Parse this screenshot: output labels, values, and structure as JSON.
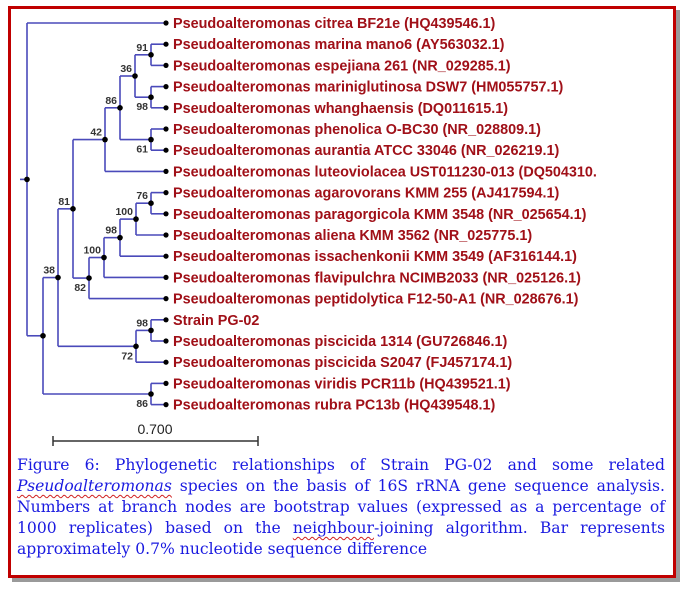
{
  "figure": {
    "leaves": [
      "Pseudoalteromonas citrea BF21e (HQ439546.1)",
      "Pseudoalteromonas marina mano6 (AY563032.1)",
      "Pseudoalteromonas espejiana 261 (NR_029285.1)",
      "Pseudoalteromonas mariniglutinosa DSW7 (HM055757.1)",
      "Pseudoalteromonas whanghaensis (DQ011615.1)",
      "Pseudoalteromonas phenolica O-BC30 (NR_028809.1)",
      "Pseudoalteromonas aurantia ATCC 33046 (NR_026219.1)",
      "Pseudoalteromonas luteoviolacea UST011230-013 (DQ504310.",
      "Pseudoalteromonas agarovorans KMM 255 (AJ417594.1)",
      "Pseudoalteromonas paragorgicola KMM 3548 (NR_025654.1)",
      "Pseudoalteromonas aliena KMM 3562 (NR_025775.1)",
      "Pseudoalteromonas issachenkonii KMM 3549 (AF316144.1)",
      "Pseudoalteromonas flavipulchra NCIMB2033 (NR_025126.1)",
      "Pseudoalteromonas peptidolytica F12-50-A1 (NR_028676.1)",
      "Strain PG-02",
      "Pseudoalteromonas piscicida 1314 (GU726846.1)",
      "Pseudoalteromonas piscicida S2047 (FJ457174.1)",
      "Pseudoalteromonas viridis PCR11b (HQ439521.1)",
      "Pseudoalteromonas rubra PC13b (HQ439548.1)"
    ],
    "bootstrap_values": {
      "n91": "91",
      "n98a": "98",
      "n36": "36",
      "n61": "61",
      "n86": "86",
      "n42": "42",
      "n76": "76",
      "n100b": "100",
      "n98b": "98",
      "n100a": "100",
      "n82": "82",
      "n81": "81",
      "n98c": "98",
      "n72": "72",
      "n38": "38",
      "n86b": "86"
    },
    "scale_bar": {
      "label": "0.700",
      "value": 0.7
    },
    "colors": {
      "branch": "#4a4aba",
      "leaf_text": "#a01018",
      "caption": "#1a1ae0",
      "frame": "#c00000"
    }
  },
  "caption": {
    "part1": "Figure 6: Phylogenetic relationships of Strain PG-02 and some related",
    "genus": "Pseudoalteromonas",
    "part2": " species on the basis of 16S rRNA gene sequence analysis. Numbers at branch nodes are bootstrap values (expressed as a percentage of 1000 replicates) based on the ",
    "neighbour": "neighbour",
    "part3": "-joining algorithm. Bar represents approximately 0.7% nucleotide sequence difference"
  }
}
